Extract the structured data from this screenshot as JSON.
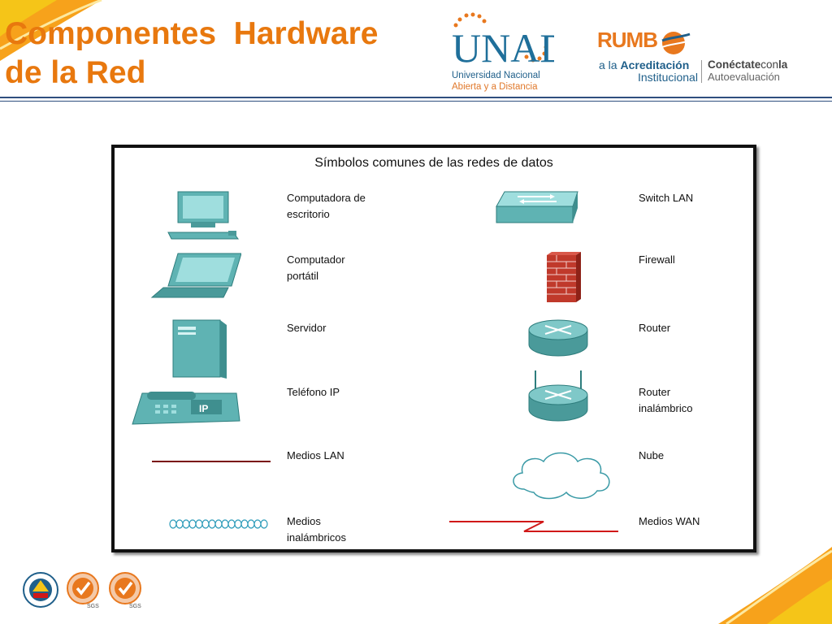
{
  "header": {
    "title_line1": "Componentes  Hardware",
    "title_line2": "de la Red"
  },
  "logos": {
    "unad": {
      "logo_text": "UNAD",
      "subtitle_line1": "Universidad Nacional",
      "subtitle_line2": "Abierta y a Distancia"
    },
    "rumbo": {
      "word": "RUMB",
      "line1_prefix": "a la ",
      "line1_bold": "Acreditación",
      "line2": "Institucional",
      "slogan_bold": "Conéctate",
      "slogan_mid": "con",
      "slogan_end": "la",
      "slogan_line2": "Autoevaluación"
    },
    "seal_text": "SGS"
  },
  "diagram": {
    "title": "Símbolos comunes de las redes de datos",
    "left": [
      {
        "icon": "desktop-computer-icon",
        "line1": "Computadora de",
        "line2": "escritorio"
      },
      {
        "icon": "laptop-icon",
        "line1": "Computador",
        "line2": "portátil"
      },
      {
        "icon": "server-icon",
        "line1": "Servidor",
        "line2": ""
      },
      {
        "icon": "ip-phone-icon",
        "line1": "Teléfono IP",
        "line2": ""
      },
      {
        "icon": "lan-media-icon",
        "line1": "Medios LAN",
        "line2": ""
      },
      {
        "icon": "wireless-media-icon",
        "line1": "Medios",
        "line2": "inalámbricos"
      }
    ],
    "right": [
      {
        "icon": "lan-switch-icon",
        "line1": "Switch LAN",
        "line2": ""
      },
      {
        "icon": "firewall-icon",
        "line1": "Firewall",
        "line2": ""
      },
      {
        "icon": "router-icon",
        "line1": "Router",
        "line2": ""
      },
      {
        "icon": "wireless-router-icon",
        "line1": "Router",
        "line2": "inalámbrico"
      },
      {
        "icon": "cloud-icon",
        "line1": "Nube",
        "line2": ""
      },
      {
        "icon": "wan-media-icon",
        "line1": "Medios WAN",
        "line2": ""
      }
    ]
  },
  "colors": {
    "title_orange": "#e8780e",
    "device_teal": "#5fb3b3",
    "firewall_red": "#c0392b",
    "lan_line": "#7a1010",
    "wan_line": "#d01818",
    "rule_blue": "#2f4f7f"
  }
}
